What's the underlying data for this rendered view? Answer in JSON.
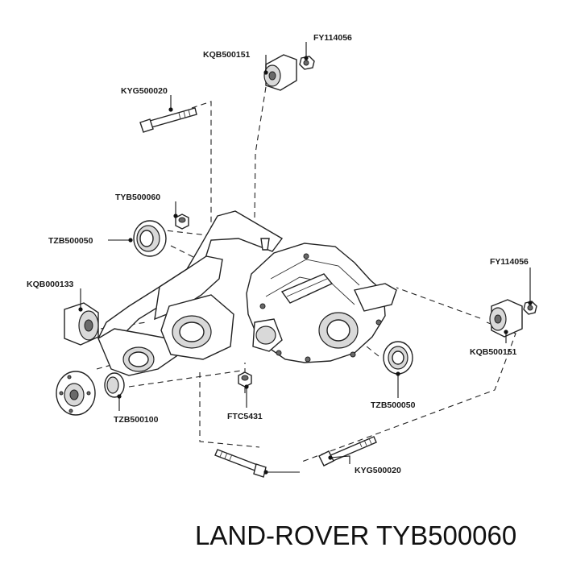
{
  "labels": {
    "kqb500151_top": "KQB500151",
    "fy114056_top": "FY114056",
    "kyg500020_top": "KYG500020",
    "tyb500060": "TYB500060",
    "tzb500050_left": "TZB500050",
    "kqb000133": "KQB000133",
    "fy114056_right": "FY114056",
    "kqb500151_right": "KQB500151",
    "tzb500100": "TZB500100",
    "ftc5431": "FTC5431",
    "tzb500050_right": "TZB500050",
    "kyg500020_bottom": "KYG500020"
  },
  "footer": {
    "title": "LAND-ROVER TYB500060"
  }
}
